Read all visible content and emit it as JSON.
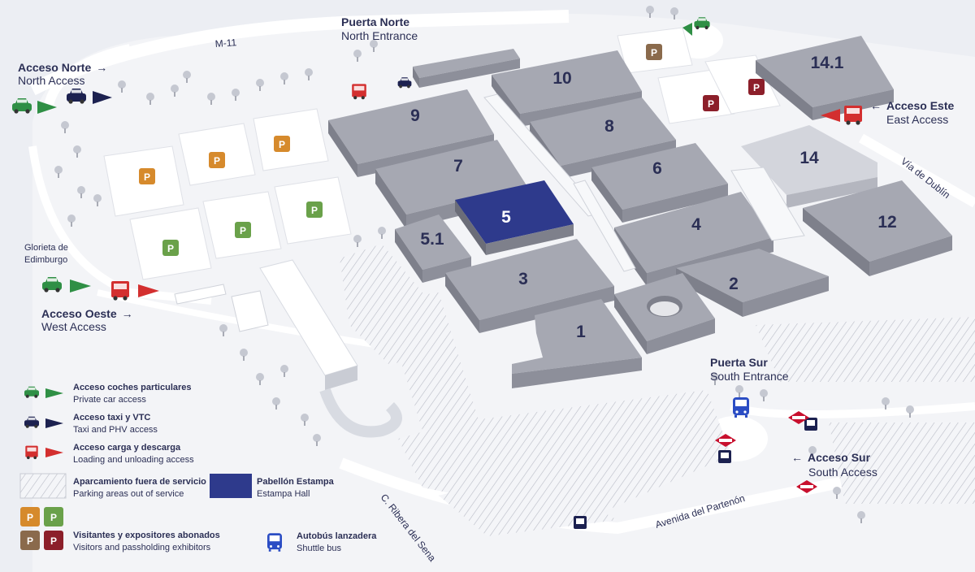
{
  "halls": [
    {
      "id": "1",
      "label": "1"
    },
    {
      "id": "2",
      "label": "2"
    },
    {
      "id": "3",
      "label": "3"
    },
    {
      "id": "4",
      "label": "4"
    },
    {
      "id": "5",
      "label": "5",
      "highlight": true
    },
    {
      "id": "5.1",
      "label": "5.1"
    },
    {
      "id": "6",
      "label": "6"
    },
    {
      "id": "7",
      "label": "7"
    },
    {
      "id": "8",
      "label": "8"
    },
    {
      "id": "9",
      "label": "9"
    },
    {
      "id": "10",
      "label": "10"
    },
    {
      "id": "12",
      "label": "12"
    },
    {
      "id": "14",
      "label": "14"
    },
    {
      "id": "14.1",
      "label": "14.1"
    }
  ],
  "entrances": {
    "north": {
      "title": "Puerta Norte",
      "subtitle": "North Entrance"
    },
    "south": {
      "title": "Puerta Sur",
      "subtitle": "South Entrance"
    }
  },
  "accesses": {
    "north": {
      "title": "Acceso Norte",
      "subtitle": "North Access",
      "arrow": "→"
    },
    "west": {
      "title": "Acceso Oeste",
      "subtitle": "West Access",
      "arrow": "→"
    },
    "east": {
      "title": "Acceso Este",
      "subtitle": "East Access",
      "arrow": "←"
    },
    "south": {
      "title": "Acceso Sur",
      "subtitle": "South Access",
      "arrow": "←"
    }
  },
  "places": {
    "glorieta_line1": "Glorieta de",
    "glorieta_line2": "Edimburgo"
  },
  "roads": {
    "m11": "M-11",
    "via_dublin": "Vía de Dublín",
    "ribera_sena": "C. Ribera del Sena",
    "partenon": "Avenida del Partenón"
  },
  "parking_letter": "P",
  "legend": {
    "private_car": {
      "title": "Acceso coches particulares",
      "subtitle": "Private car access"
    },
    "taxi": {
      "title": "Acceso taxi y VTC",
      "subtitle": "Taxi and PHV access"
    },
    "loading": {
      "title": "Acceso carga y descarga",
      "subtitle": "Loading and unloading access"
    },
    "parking_closed": {
      "title": "Aparcamiento fuera de servicio",
      "subtitle": "Parking areas out of service"
    },
    "estampa": {
      "title": "Pabellón Estampa",
      "subtitle": "Estampa  Hall"
    },
    "visitors": {
      "title": "Visitantes y expositores abonados",
      "subtitle": "Visitors and passholding exhibitors"
    },
    "shuttle": {
      "title": "Autobús lanzadera",
      "subtitle": "Shuttle bus"
    }
  },
  "colors": {
    "background": "#eceef3",
    "building_top": "#a6a8b2",
    "building_side": "#7e808b",
    "hall_highlight": "#2e3a8c",
    "text_navy": "#2b2f55",
    "green": "#2f8f45",
    "navy": "#1c2150",
    "red": "#d32f2f",
    "p_orange": "#d68a2c",
    "p_green": "#6aa14a",
    "p_brown": "#8a6a4c",
    "p_maroon": "#8c1f2a",
    "shuttle_blue": "#2b4dc4",
    "metro_red": "#c8102e"
  }
}
